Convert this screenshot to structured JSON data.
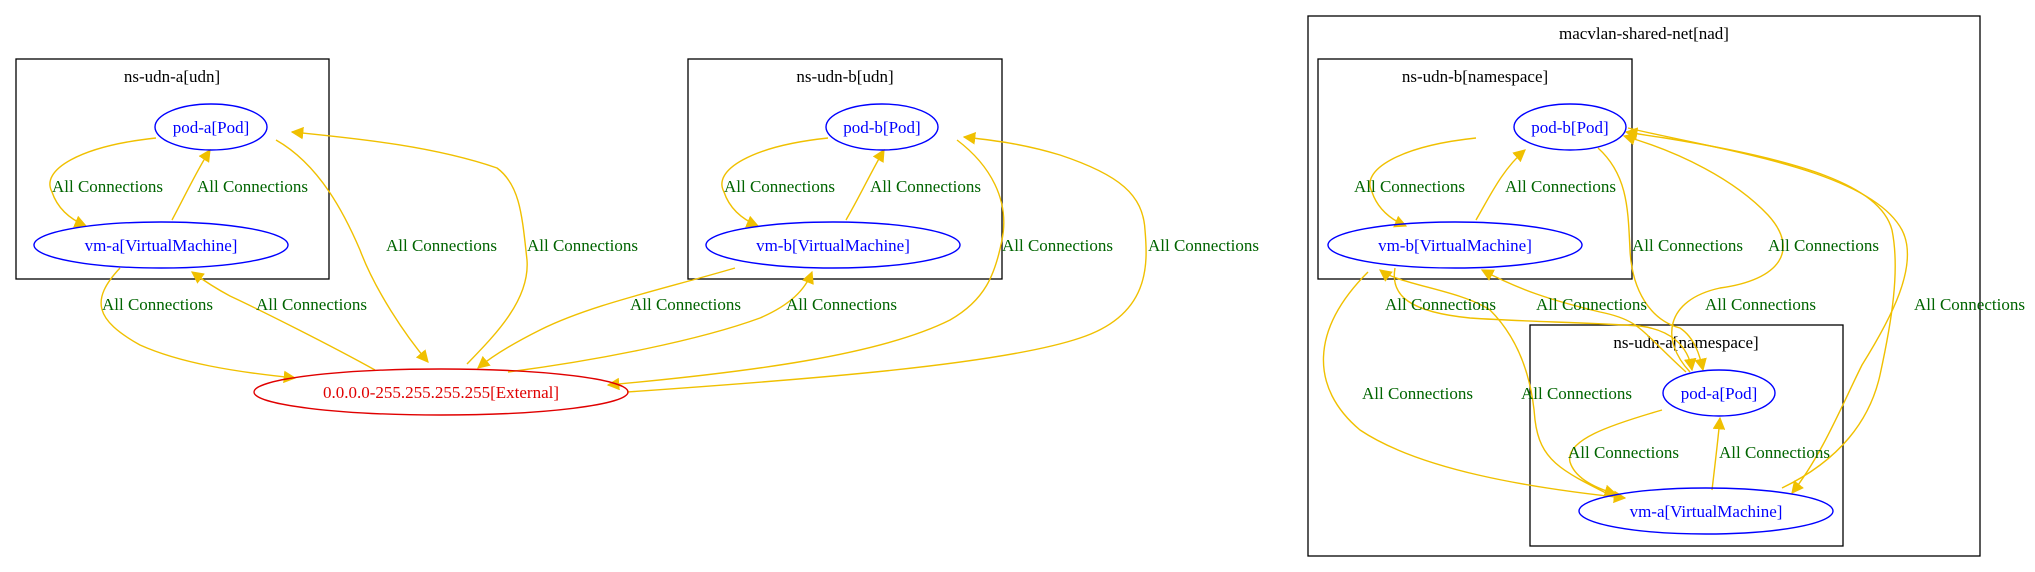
{
  "colors": {
    "edge": "#f0c000",
    "edge_label": "#006400",
    "node_default": "#0000ff",
    "node_external": "#e00000",
    "cluster_border": "#000000"
  },
  "clusters": {
    "ns_udn_a": {
      "label": "ns-udn-a[udn]"
    },
    "ns_udn_b": {
      "label": "ns-udn-b[udn]"
    },
    "macvlan": {
      "label": "macvlan-shared-net[nad]"
    },
    "macvlan_ns_udn_b": {
      "label": "ns-udn-b[namespace]"
    },
    "macvlan_ns_udn_a": {
      "label": "ns-udn-a[namespace]"
    }
  },
  "nodes": {
    "pod_a_udn": {
      "label": "pod-a[Pod]"
    },
    "vm_a_udn": {
      "label": "vm-a[VirtualMachine]"
    },
    "pod_b_udn": {
      "label": "pod-b[Pod]"
    },
    "vm_b_udn": {
      "label": "vm-b[VirtualMachine]"
    },
    "external": {
      "label": "0.0.0.0-255.255.255.255[External]"
    },
    "pod_b_mac": {
      "label": "pod-b[Pod]"
    },
    "vm_b_mac": {
      "label": "vm-b[VirtualMachine]"
    },
    "pod_a_mac": {
      "label": "pod-a[Pod]"
    },
    "vm_a_mac": {
      "label": "vm-a[VirtualMachine]"
    }
  },
  "edge_label": "All Connections"
}
